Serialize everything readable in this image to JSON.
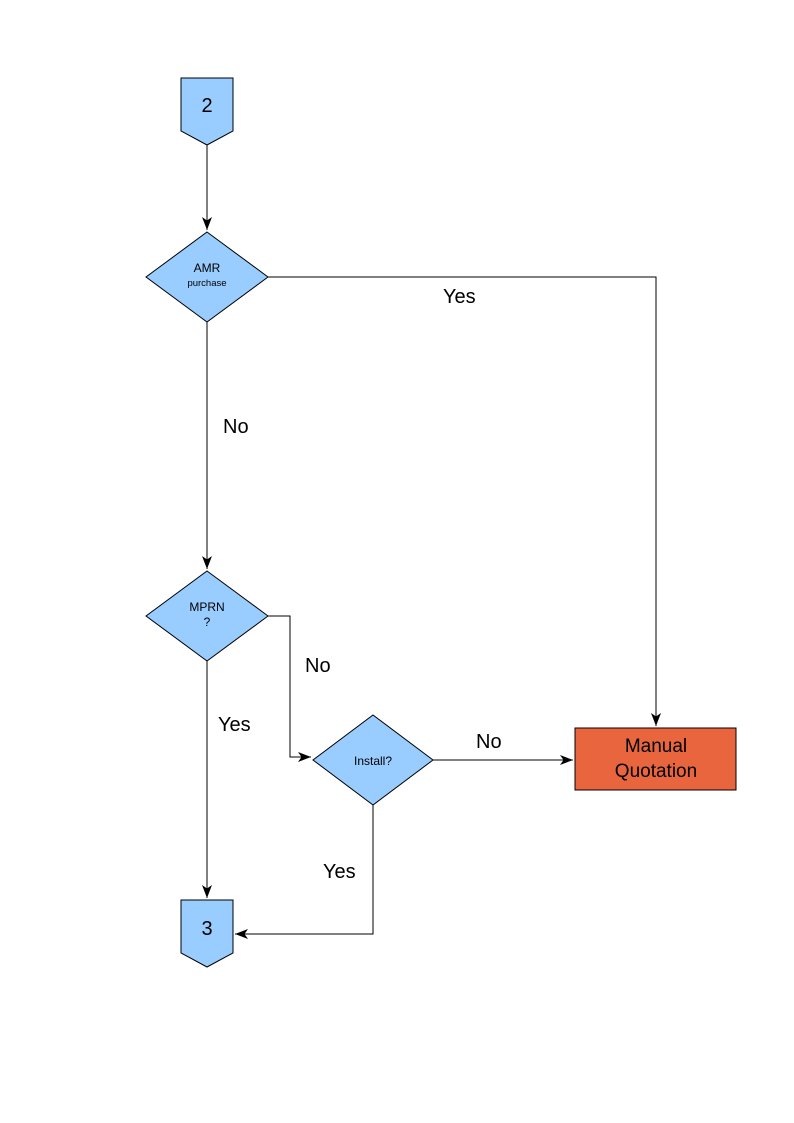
{
  "colors": {
    "node_fill": "#99CCFF",
    "node_border": "#000000",
    "manual_quotation_fill": "#E8653E",
    "line_color": "#000000"
  },
  "nodes": {
    "connector_top": {
      "label": "2"
    },
    "amr_purchase": {
      "line1": "AMR",
      "line2": "purchase"
    },
    "mprn": {
      "line1": "MPRN",
      "line2": "?"
    },
    "install": {
      "label": "Install?"
    },
    "manual_quotation": {
      "line1": "Manual",
      "line2": "Quotation"
    },
    "connector_bottom": {
      "label": "3"
    }
  },
  "edge_labels": {
    "amr_yes": "Yes",
    "amr_no": "No",
    "mprn_no": "No",
    "mprn_yes": "Yes",
    "install_no": "No",
    "install_yes": "Yes"
  }
}
